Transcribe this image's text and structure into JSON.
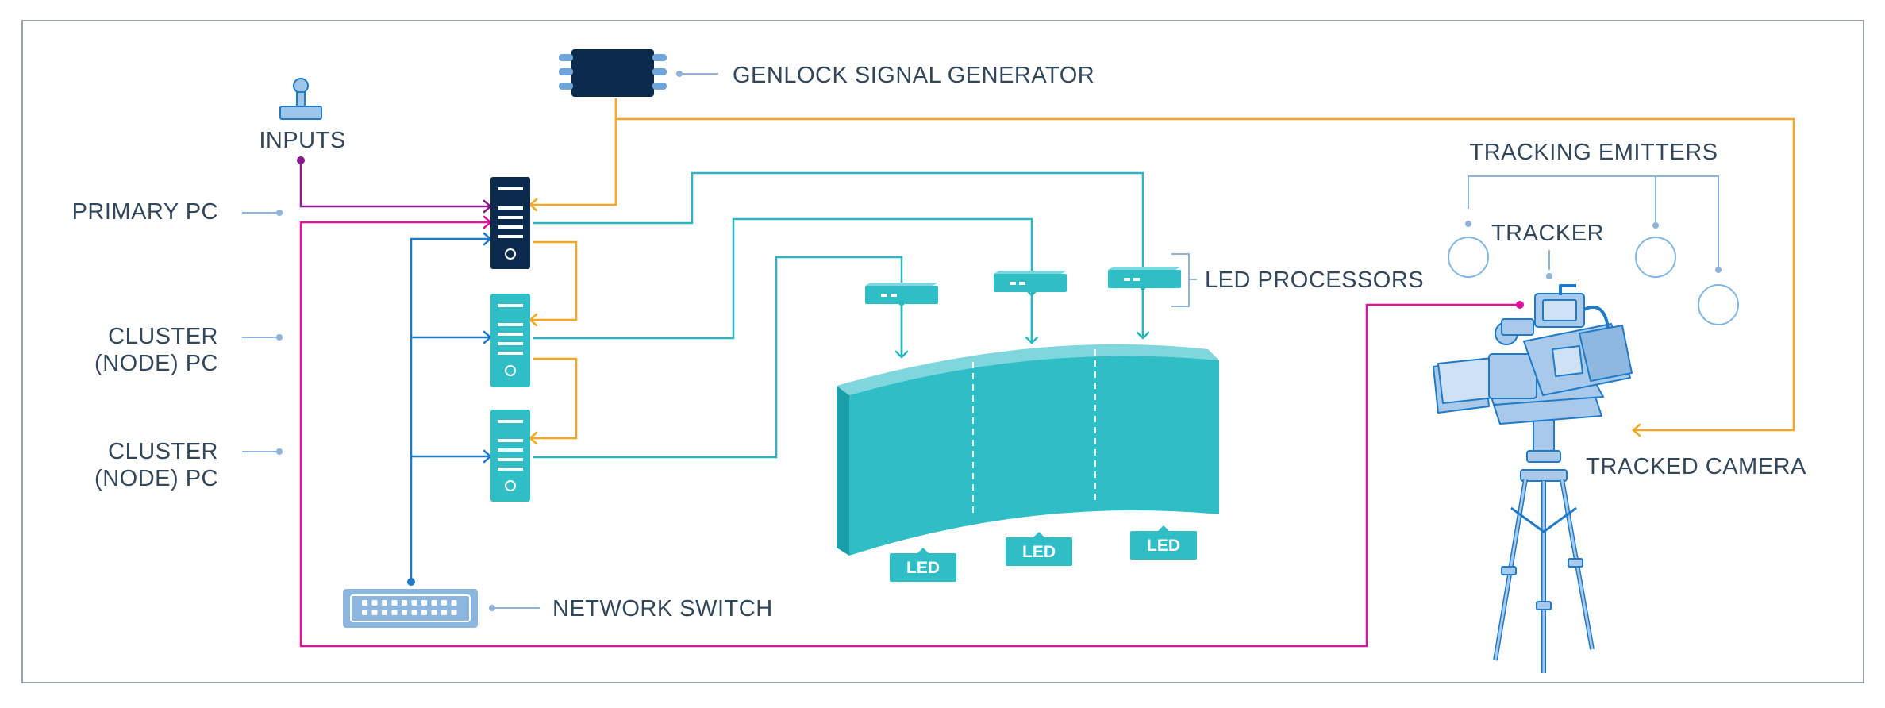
{
  "labels": {
    "genlock": "GENLOCK SIGNAL GENERATOR",
    "inputs": "INPUTS",
    "primary_pc": "PRIMARY PC",
    "cluster_1_line1": "CLUSTER",
    "cluster_1_line2": "(NODE) PC",
    "cluster_2_line1": "CLUSTER",
    "cluster_2_line2": "(NODE) PC",
    "network_switch": "NETWORK SWITCH",
    "led_processors": "LED PROCESSORS",
    "tracking_emitters": "TRACKING EMITTERS",
    "tracker": "TRACKER",
    "tracked_camera": "TRACKED CAMERA"
  },
  "led_panels": [
    {
      "label": "LED"
    },
    {
      "label": "LED"
    },
    {
      "label": "LED"
    }
  ],
  "colors": {
    "genlock_line": "#f5a623",
    "input_line": "#8b1a8b",
    "tracking_line": "#e0149c",
    "network_line": "#1f7ac8",
    "video_line": "#2bb5c0",
    "teal": "#2fbdc6",
    "navy": "#0c2a4b",
    "guide": "#8fb3d9"
  },
  "icons": [
    "joystick-icon",
    "genlock-device-icon",
    "pc-tower-icon",
    "network-switch-icon",
    "led-processor-icon",
    "led-wall-icon",
    "camera-icon",
    "tripod-icon",
    "emitter-icon"
  ]
}
